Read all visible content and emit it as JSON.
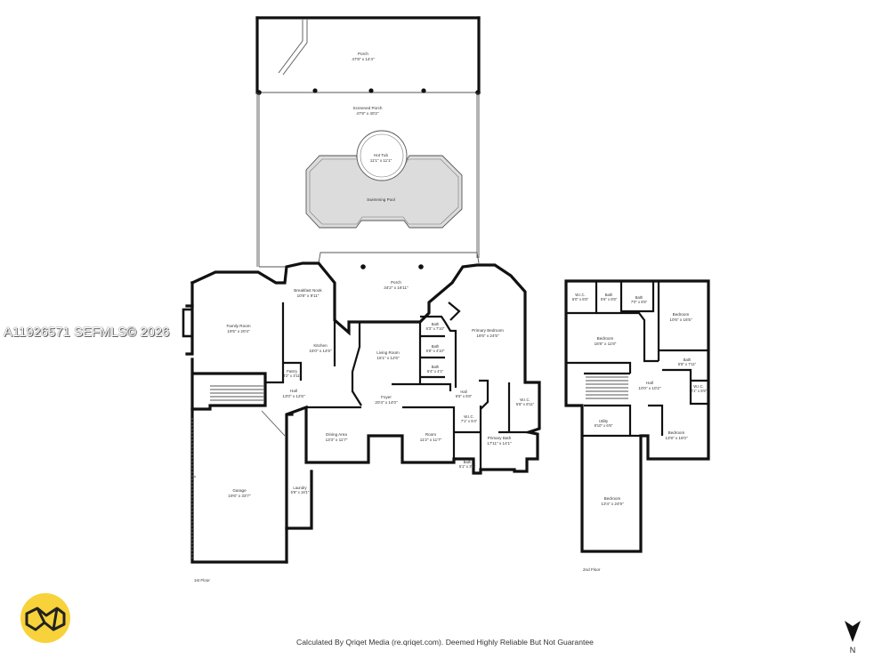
{
  "watermark": "A11926571  SEFMLS© 2026",
  "disclaimer": "Calculated By Qriqet Media (re.qriqet.com). Deemed Highly Reliable But Not Guarantee",
  "compass": "N",
  "logo_color": "#f7d23a",
  "floors": {
    "first": "1st Floor",
    "second": "2nd Floor"
  },
  "rooms": [
    {
      "name": "Porch",
      "dims": "47'8\" x 14'4\""
    },
    {
      "name": "Screened Porch",
      "dims": "47'8\" x 40'2\""
    },
    {
      "name": "Hot Tub",
      "dims": "11'1\" x 11'1\""
    },
    {
      "name": "Swimming Pool",
      "dims": ""
    },
    {
      "name": "Porch",
      "dims": "34'2\" x 16'11\""
    },
    {
      "name": "Breakfast Nook",
      "dims": "10'8\" x 9'11\""
    },
    {
      "name": "Family Room",
      "dims": "19'5\" x 20'4\""
    },
    {
      "name": "Kitchen",
      "dims": "15'0\" x 14'6\""
    },
    {
      "name": "Pantry",
      "dims": "3'2\" x 3'11\""
    },
    {
      "name": "Living Room",
      "dims": "15'1\" x 12'6\""
    },
    {
      "name": "Hall",
      "dims": "13'0\" x 12'6\""
    },
    {
      "name": "Foyer",
      "dims": "20'4\" x 14'0\""
    },
    {
      "name": "Dining Area",
      "dims": "13'3\" x 11'7\""
    },
    {
      "name": "Room",
      "dims": "11'2\" x 11'7\""
    },
    {
      "name": "Bath",
      "dims": "6'3\" x 7'10\""
    },
    {
      "name": "Bath",
      "dims": "6'8\" x 4'10\""
    },
    {
      "name": "Bath",
      "dims": "6'4\" x 4'1\""
    },
    {
      "name": "Primary Bedroom",
      "dims": "18'6\" x 24'5\""
    },
    {
      "name": "Hall",
      "dims": "6'6\" x 5'6\""
    },
    {
      "name": "W.I.C.",
      "dims": "7'1\" x 5'4\""
    },
    {
      "name": "W.I.C.",
      "dims": "5'8\" x 8'11\""
    },
    {
      "name": "Primary Bath",
      "dims": "17'11\" x 14'1\""
    },
    {
      "name": "Bath",
      "dims": "5'1\" x 3'0\""
    },
    {
      "name": "Garage",
      "dims": "19'6\" x 33'7\""
    },
    {
      "name": "Laundry",
      "dims": "5'9\" x 18'1\""
    },
    {
      "name": "W.I.C.",
      "dims": "6'0\" x 6'5\""
    },
    {
      "name": "Bath",
      "dims": "5'6\" x 6'5\""
    },
    {
      "name": "Bath",
      "dims": "7'0\" x 6'5\""
    },
    {
      "name": "Bedroom",
      "dims": "10'6\" x 16'5\""
    },
    {
      "name": "Bedroom",
      "dims": "16'8\" x 11'8\""
    },
    {
      "name": "Bath",
      "dims": "5'8\" x 7'11\""
    },
    {
      "name": "Hall",
      "dims": "10'0\" x 10'2\""
    },
    {
      "name": "W.I.C.",
      "dims": "2'1\" x 5'5\""
    },
    {
      "name": "Utility",
      "dims": "8'10\" x 6'6\""
    },
    {
      "name": "Bedroom",
      "dims": "13'9\" x 16'0\""
    },
    {
      "name": "Bedroom",
      "dims": "13'4\" x 24'9\""
    }
  ]
}
